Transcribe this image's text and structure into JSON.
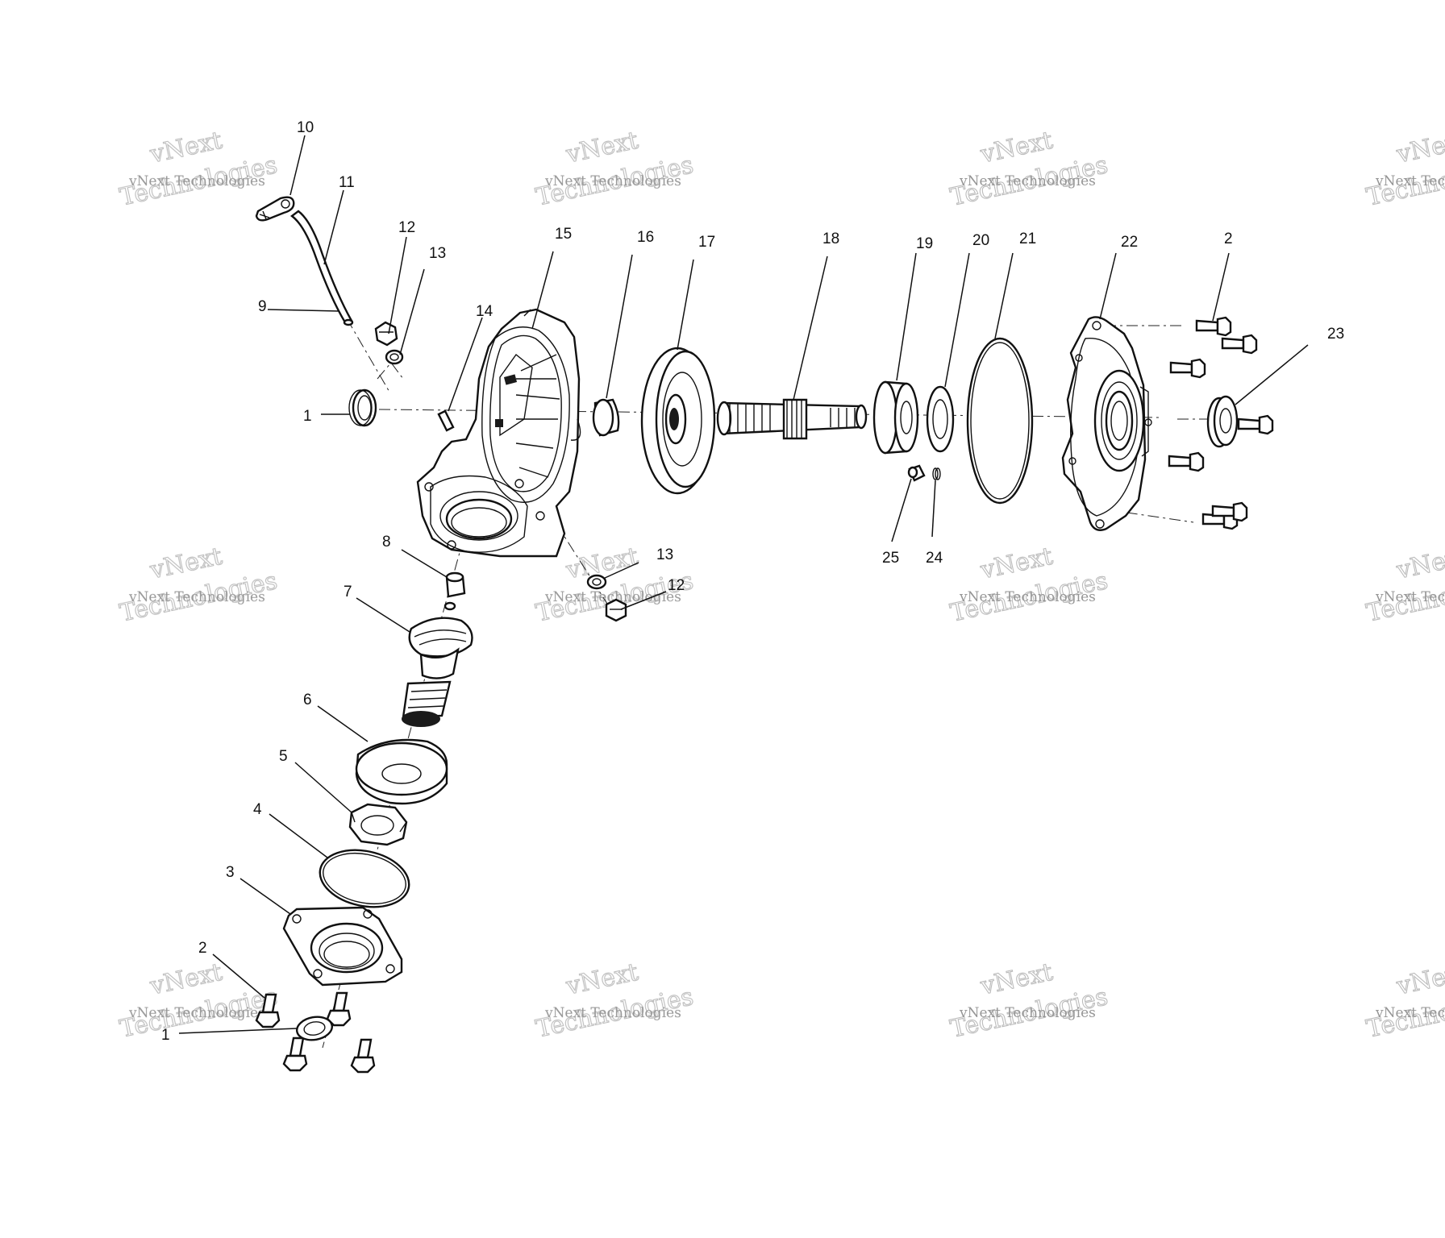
{
  "diagram": {
    "callouts": [
      {
        "id": "c10a",
        "label": "10"
      },
      {
        "id": "c11",
        "label": "11"
      },
      {
        "id": "c12a",
        "label": "12"
      },
      {
        "id": "c13a",
        "label": "13"
      },
      {
        "id": "c9",
        "label": "9"
      },
      {
        "id": "c14",
        "label": "14"
      },
      {
        "id": "c1a",
        "label": "1"
      },
      {
        "id": "c15",
        "label": "15"
      },
      {
        "id": "c16",
        "label": "16"
      },
      {
        "id": "c17",
        "label": "17"
      },
      {
        "id": "c18",
        "label": "18"
      },
      {
        "id": "c19",
        "label": "19"
      },
      {
        "id": "c20",
        "label": "20"
      },
      {
        "id": "c21",
        "label": "21"
      },
      {
        "id": "c22",
        "label": "22"
      },
      {
        "id": "c2a",
        "label": "2"
      },
      {
        "id": "c23",
        "label": "23"
      },
      {
        "id": "c25",
        "label": "25"
      },
      {
        "id": "c24",
        "label": "24"
      },
      {
        "id": "c8",
        "label": "8"
      },
      {
        "id": "c13b",
        "label": "13"
      },
      {
        "id": "c12b",
        "label": "12"
      },
      {
        "id": "c7",
        "label": "7"
      },
      {
        "id": "c6",
        "label": "6"
      },
      {
        "id": "c5",
        "label": "5"
      },
      {
        "id": "c4",
        "label": "4"
      },
      {
        "id": "c3",
        "label": "3"
      },
      {
        "id": "c2b",
        "label": "2"
      },
      {
        "id": "c1b",
        "label": "1"
      }
    ],
    "watermark": {
      "line1": "vNext Technologies",
      "line2": "vNext",
      "line3": "Technologies"
    }
  }
}
